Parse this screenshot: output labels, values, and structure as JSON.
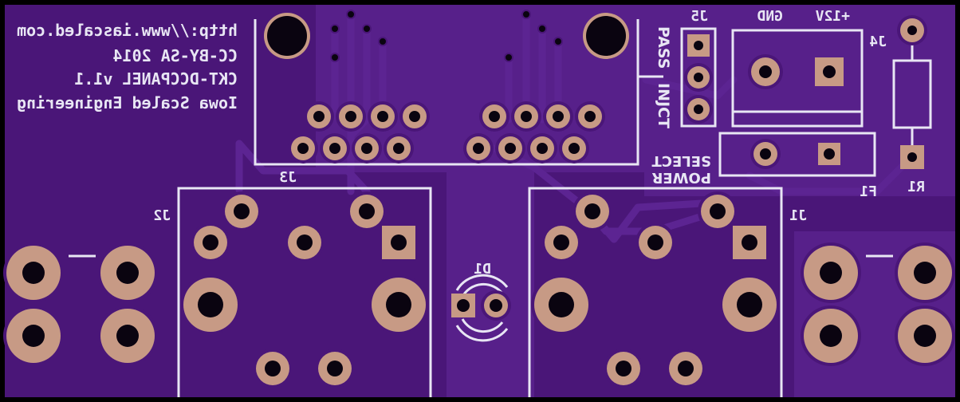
{
  "board": {
    "colors": {
      "soldermask": "#4a1678",
      "ground_pour": "#5a1e8c",
      "trace": "#4f1a80",
      "pad": "#c79a85",
      "hole": "#0a0410",
      "silkscreen": "#e8e6f4",
      "background": "#000000"
    },
    "credits": {
      "company": "Iowa Scaled Engineering",
      "product": "CKT-DCCPANEL v1.1",
      "license": "CC-BY-SA 2014",
      "url": "http://www.iascaled.com"
    },
    "labels": {
      "j1": "J1",
      "j2": "J2",
      "j3": "J3",
      "j4": "J4",
      "j5": "J5",
      "d1": "D1",
      "f1": "F1",
      "r1": "R1",
      "gnd": "GND",
      "plus12v": "+12V",
      "pass": "PASS",
      "inject": "INJCT",
      "select": "SELECT",
      "power": "POWER"
    }
  }
}
